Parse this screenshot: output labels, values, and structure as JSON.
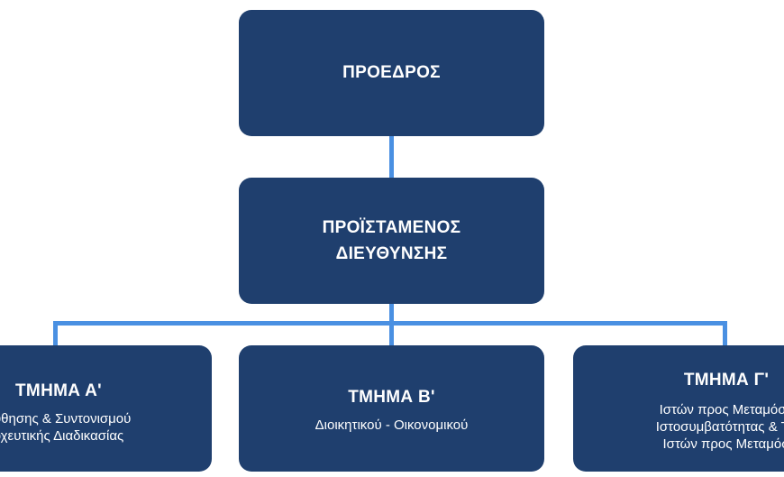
{
  "president": {
    "title": "ΠΡΟΕΔΡΟΣ"
  },
  "director": {
    "title_line1": "ΠΡΟΪΣΤΑΜΕΝΟΣ",
    "title_line2": "ΔΙΕΥΘΥΝΣΗΣ"
  },
  "departments": [
    {
      "title": "ΤΜΗΜΑ Α'",
      "subtitle_line1": "ούθησης & Συντονισμού",
      "subtitle_line2": "οχευτικής Διαδικασίας"
    },
    {
      "title": "ΤΜΗΜΑ Β'",
      "subtitle_line1": "Διοικητικού - Οικονομικού"
    },
    {
      "title": "ΤΜΗΜΑ Γ'",
      "subtitle_line1": "Ιστών προς Μεταμόσχ",
      "subtitle_line2": "Ιστοσυμβατότητας & Τρ",
      "subtitle_line3": "Ιστών προς Μεταμόσ"
    }
  ],
  "colors": {
    "node_fill": "#1f3f6e",
    "connector": "#4a90e2",
    "text": "#ffffff"
  }
}
